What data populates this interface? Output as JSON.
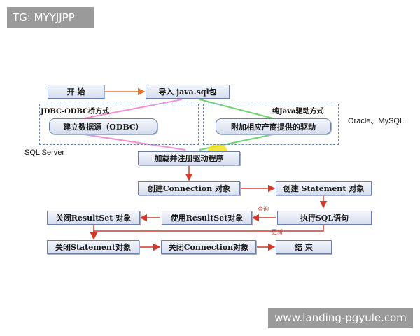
{
  "overlay": {
    "channel_tag": "TG: MYYJJPP",
    "watermark": "www.landing-pgyule.com"
  },
  "diagram": {
    "nodes": {
      "start": "开  始",
      "import_pkg": "导入 java.sql包",
      "odbc_source": "建立数据源（ODBC）",
      "attach_driver": "附加相应产商提供的驱动",
      "load_driver": "加载并注册驱动程序",
      "create_conn": "创建Connection 对象",
      "create_stmt": "创建 Statement 对象",
      "exec_sql": "执行SQL语句",
      "use_rs": "使用ResultSet对象",
      "close_rs": "关闭ResultSet 对象",
      "close_stmt": "关闭Statement对象",
      "close_conn": "关闭Connection对象",
      "end": "结  束"
    },
    "groups": {
      "jdbc_odbc": "JDBC-ODBC桥方式",
      "pure_java": "纯Java驱动方式"
    },
    "side_labels": {
      "sql_server": "SQL Server",
      "oracle_mysql": "Oracle、MySQL"
    },
    "edge_labels": {
      "query": "查询",
      "update": "更新"
    },
    "colors": {
      "arrow": "#e8732a",
      "pink_path": "#f48fd0",
      "green_path": "#6fd66f",
      "red_arrow": "#d43a2a",
      "cursor_highlight": "#f5e11a"
    }
  }
}
